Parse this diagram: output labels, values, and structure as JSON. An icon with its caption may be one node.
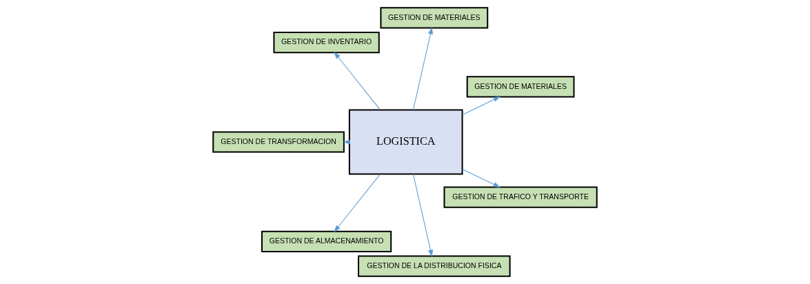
{
  "diagram": {
    "nodes": [
      {
        "text": [
          "GESTION DE MATERIALES"
        ]
      },
      {
        "text": [
          "GESTION DE MATERIALES"
        ]
      },
      {
        "text": [
          "GESTION DE INVENTARIO"
        ]
      },
      {
        "text": [
          "LOGISTICA"
        ]
      },
      {
        "text": [
          "GESTION DE TRANSFORMACION"
        ]
      },
      {
        "text": [
          "GESTION DE ALMACENAMIENTO"
        ]
      },
      {
        "text": [
          "GESTION DE LA DISTRIBUCION FISICA"
        ]
      },
      {
        "text": [
          "GESTION DE TRAFICO Y TRANSPORTE"
        ]
      }
    ],
    "edges": [
      {
        "from": 3,
        "to": 0,
        "arrow": "to"
      },
      {
        "from": 3,
        "to": 1,
        "arrow": "to"
      },
      {
        "from": 3,
        "to": 2,
        "arrow": "to"
      },
      {
        "from": 3,
        "to": 4,
        "arrow": "to"
      },
      {
        "from": 3,
        "to": 5,
        "arrow": "to"
      },
      {
        "from": 3,
        "to": 6,
        "arrow": "to"
      },
      {
        "from": 3,
        "to": 7,
        "arrow": "to"
      }
    ]
  }
}
